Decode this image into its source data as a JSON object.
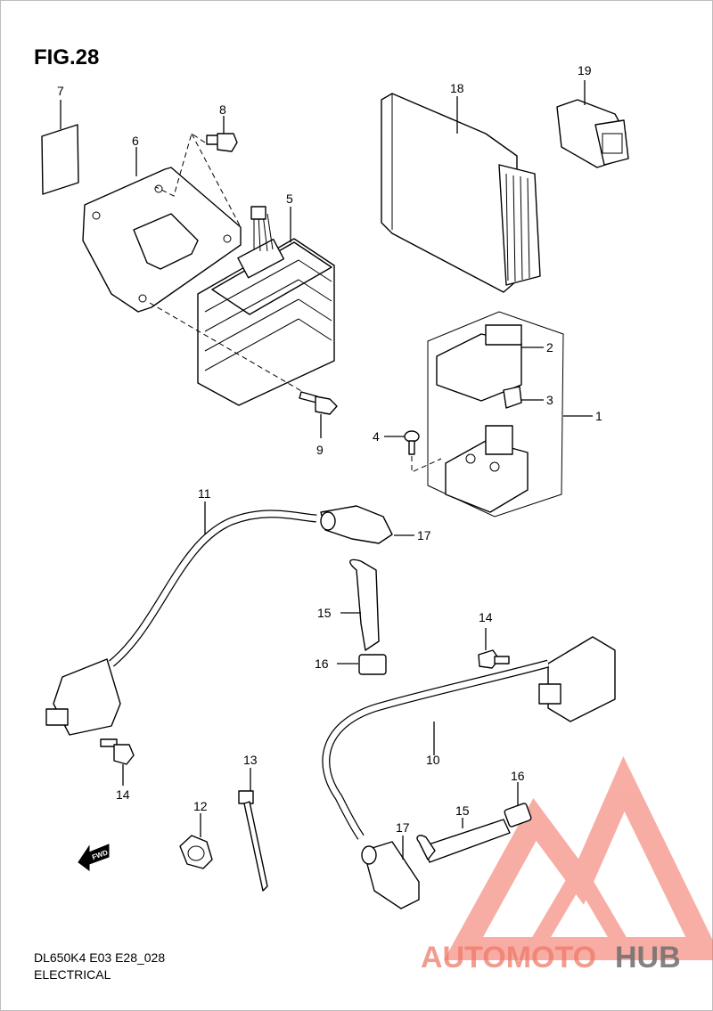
{
  "figure": {
    "title": "FIG.28"
  },
  "callouts": [
    {
      "key": "p1",
      "label": "1"
    },
    {
      "key": "p2",
      "label": "2"
    },
    {
      "key": "p3",
      "label": "3"
    },
    {
      "key": "p4",
      "label": "4"
    },
    {
      "key": "p5",
      "label": "5"
    },
    {
      "key": "p6",
      "label": "6"
    },
    {
      "key": "p7",
      "label": "7"
    },
    {
      "key": "p8",
      "label": "8"
    },
    {
      "key": "p9",
      "label": "9"
    },
    {
      "key": "p10",
      "label": "10"
    },
    {
      "key": "p11",
      "label": "11"
    },
    {
      "key": "p12",
      "label": "12"
    },
    {
      "key": "p13",
      "label": "13"
    },
    {
      "key": "p14a",
      "label": "14"
    },
    {
      "key": "p14b",
      "label": "14"
    },
    {
      "key": "p15a",
      "label": "15"
    },
    {
      "key": "p15b",
      "label": "15"
    },
    {
      "key": "p16a",
      "label": "16"
    },
    {
      "key": "p16b",
      "label": "16"
    },
    {
      "key": "p17a",
      "label": "17"
    },
    {
      "key": "p17b",
      "label": "17"
    },
    {
      "key": "p18",
      "label": "18"
    },
    {
      "key": "p19",
      "label": "19"
    }
  ],
  "fwd_label": "FWD",
  "footer": {
    "code": "DL650K4 E03 E28_028",
    "section": "ELECTRICAL"
  },
  "watermark": {
    "part1": "AUTOMOTO",
    "part2": "HUB",
    "color_primary": "#f07a6a",
    "color_secondary": "#6e6e6e",
    "color_triangle": "#f26b5b"
  },
  "colors": {
    "line": "#000000",
    "background": "#ffffff",
    "frame": "#bdbdbd"
  }
}
